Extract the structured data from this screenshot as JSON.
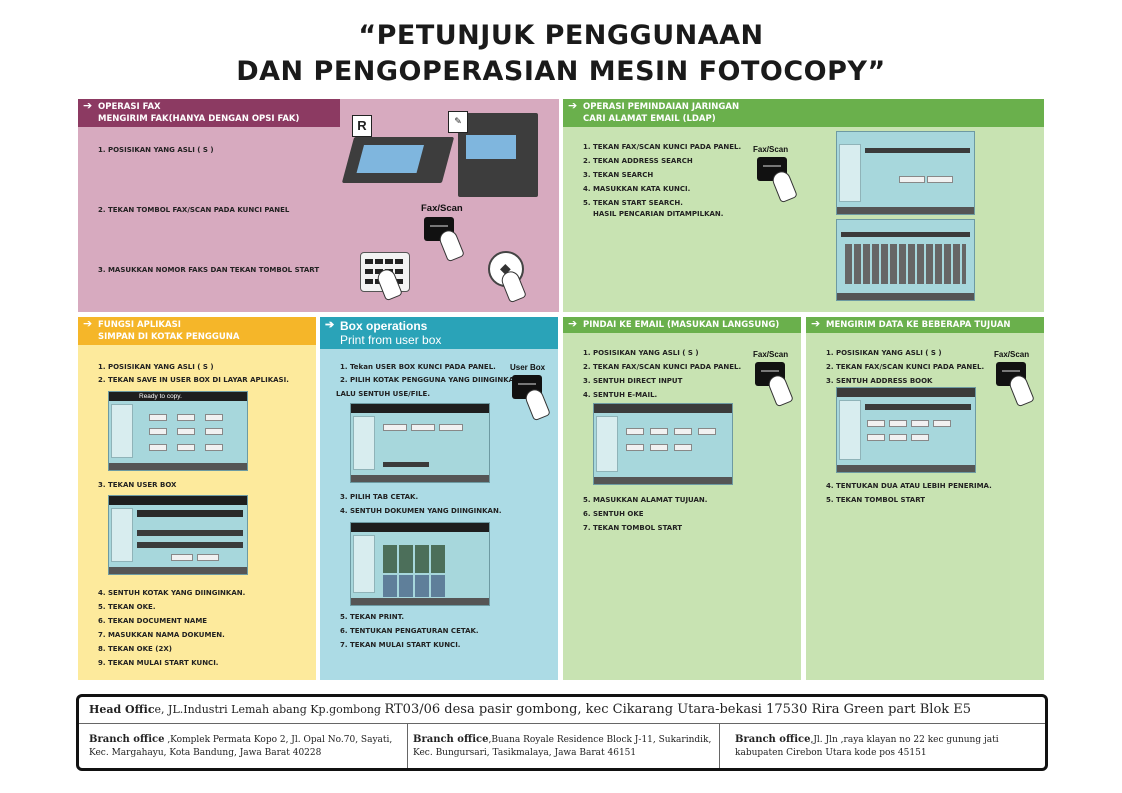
{
  "title": {
    "line1": "“PETUNJUK PENGGUNAAN",
    "line2": "DAN PENGOPERASIAN MESIN FOTOCOPY”"
  },
  "colors": {
    "fax_header": "#8c3a62",
    "fax_bg": "#d7aabf",
    "scan_header": "#6ab04c",
    "scan_bg": "#c8e3b2",
    "app_header": "#f5b629",
    "app_bg": "#fdea9c",
    "box_header": "#2aa3b8",
    "box_bg": "#acdbe5"
  },
  "fax": {
    "header_line1": "OPERASI FAX",
    "header_line2": "MENGIRIM FAK(HANYA DENGAN OPSI FAK)",
    "steps": [
      "1. POSISIKAN YANG ASLI ( S )",
      "2. TEKAN TOMBOL FAX/SCAN PADA KUNCI PANEL",
      "3. MASUKKAN NOMOR FAKS DAN TEKAN TOMBOL START"
    ],
    "key_label": "Fax/Scan",
    "r_label": "R"
  },
  "scan": {
    "header_line1": "OPERASI PEMINDAIAN JARINGAN",
    "header_line2": "CARI ALAMAT EMAIL (LDAP)",
    "steps": [
      "1. TEKAN FAX/SCAN KUNCI PADA PANEL.",
      "2. TEKAN ADDRESS SEARCH",
      "3. TEKAN SEARCH",
      "4. MASUKKAN KATA KUNCI.",
      "5. TEKAN START SEARCH.",
      "HASIL PENCARIAN DITAMPILKAN."
    ],
    "key_label": "Fax/Scan"
  },
  "app": {
    "header_line1": "FUNGSI APLIKASI",
    "header_line2": "SIMPAN DI KOTAK PENGGUNA",
    "steps_top": [
      "1. POSISIKAN YANG ASLI ( S )",
      "2. TEKAN SAVE IN USER BOX DI LAYAR APLIKASI."
    ],
    "step3": "3. TEKAN USER BOX",
    "steps_bottom": [
      "4. SENTUH KOTAK YANG DIINGINKAN.",
      "5. TEKAN OKE.",
      "6. TEKAN DOCUMENT NAME",
      "7. MASUKKAN NAMA DOKUMEN.",
      "8. TEKAN OKE (2X)",
      "9. TEKAN MULAI START KUNCI."
    ],
    "screen_text": "Ready to copy."
  },
  "box": {
    "header_line1": "Box operations",
    "header_line2": "Print from user box",
    "steps_top": [
      "1. Tekan USER BOX KUNCI PADA PANEL.",
      "2. PILIH KOTAK PENGGUNA YANG DIINGINKAN,",
      "LALU SENTUH USE/FILE."
    ],
    "steps_mid": [
      "3. PILIH TAB CETAK.",
      "4. SENTUH DOKUMEN YANG DIINGINKAN."
    ],
    "steps_bottom": [
      "5. TEKAN PRINT.",
      "6. TENTUKAN PENGATURAN CETAK.",
      "7. TEKAN MULAI START KUNCI."
    ],
    "key_label": "User Box"
  },
  "email": {
    "header": "PINDAI KE EMAIL (MASUKAN LANGSUNG)",
    "steps_top": [
      "1. POSISIKAN YANG ASLI ( S )",
      "2. TEKAN FAX/SCAN KUNCI PADA PANEL.",
      "3. SENTUH DIRECT INPUT",
      "4. SENTUH E-MAIL."
    ],
    "steps_bottom": [
      "5. MASUKKAN ALAMAT TUJUAN.",
      "6. SENTUH OKE",
      "7. TEKAN TOMBOL START"
    ],
    "key_label": "Fax/Scan"
  },
  "multi": {
    "header": "MENGIRIM DATA KE BEBERAPA TUJUAN",
    "steps_top": [
      "1. POSISIKAN YANG ASLI ( S )",
      "2. TEKAN FAX/SCAN KUNCI PADA PANEL.",
      "3. SENTUH ADDRESS BOOK"
    ],
    "steps_bottom": [
      "4. TENTUKAN DUA ATAU LEBIH PENERIMA.",
      "5. TEKAN TOMBOL START"
    ],
    "key_label": "Fax/Scan"
  },
  "footer": {
    "head_label": "Head Offic",
    "head_label_tail": "e",
    "head_text_a": ", JL.Industri Lemah abang Kp.gombong ",
    "head_text_b": "RT03/06 desa pasir gombong, kec Cikarang Utara-bekasi 17530",
    "head_text_c": " Rira Green part Blok E5",
    "branches": [
      {
        "label": "Branch office",
        "text": " ,Komplek Permata Kopo 2, Jl. Opal No.70, Sayati, Kec. Margahayu, Kota Bandung, Jawa Barat 40228"
      },
      {
        "label": "Branch office",
        "text": ",Buana Royale Residence Block J-11, Sukarindik, Kec. Bungursari, Tasikmalaya, Jawa Barat 46151"
      },
      {
        "label": "Branch office",
        "text": ",Jl. Jln ,raya klayan no 22 kec gunung jati kabupaten Cirebon Utara kode pos 45151"
      }
    ]
  }
}
